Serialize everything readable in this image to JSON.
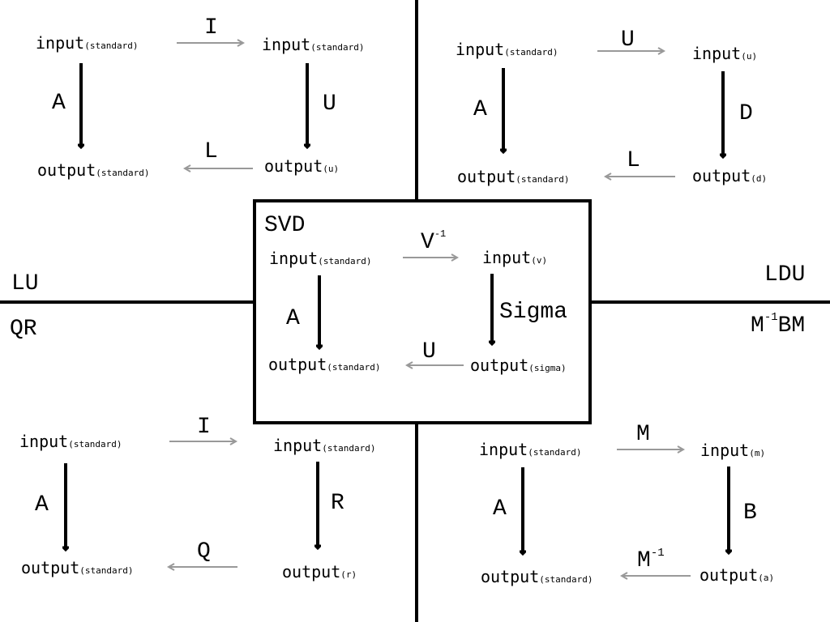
{
  "sections": {
    "lu": "LU",
    "qr": "QR",
    "ldu": "LDU",
    "similar": {
      "base": "M",
      "sup": "-1",
      "rest": "BM"
    },
    "svd": "SVD"
  },
  "words": {
    "input": "input",
    "output": "output"
  },
  "diagrams": {
    "lu": {
      "tl": "(standard)",
      "tr": "(standard)",
      "bl": "(standard)",
      "br": "(u)",
      "top": "I",
      "left": "A",
      "right": "U",
      "bottom": "L"
    },
    "ldu": {
      "tl": "(standard)",
      "tr": "(u)",
      "bl": "(standard)",
      "br": "(d)",
      "top": "U",
      "left": "A",
      "right": "D",
      "bottom": "L"
    },
    "svd": {
      "tl": "(standard)",
      "tr": "(v)",
      "bl": "(standard)",
      "br": "(sigma)",
      "top": "V",
      "top_sup": "-1",
      "left": "A",
      "right": "Sigma",
      "bottom": "U"
    },
    "qr": {
      "tl": "(standard)",
      "tr": "(standard)",
      "bl": "(standard)",
      "br": "(r)",
      "top": "I",
      "left": "A",
      "right": "R",
      "bottom": "Q"
    },
    "similar": {
      "tl": "(standard)",
      "tr": "(m)",
      "bl": "(standard)",
      "br": "(a)",
      "top": "M",
      "left": "A",
      "right": "B",
      "bottom": "M",
      "bottom_sup": "-1"
    }
  }
}
